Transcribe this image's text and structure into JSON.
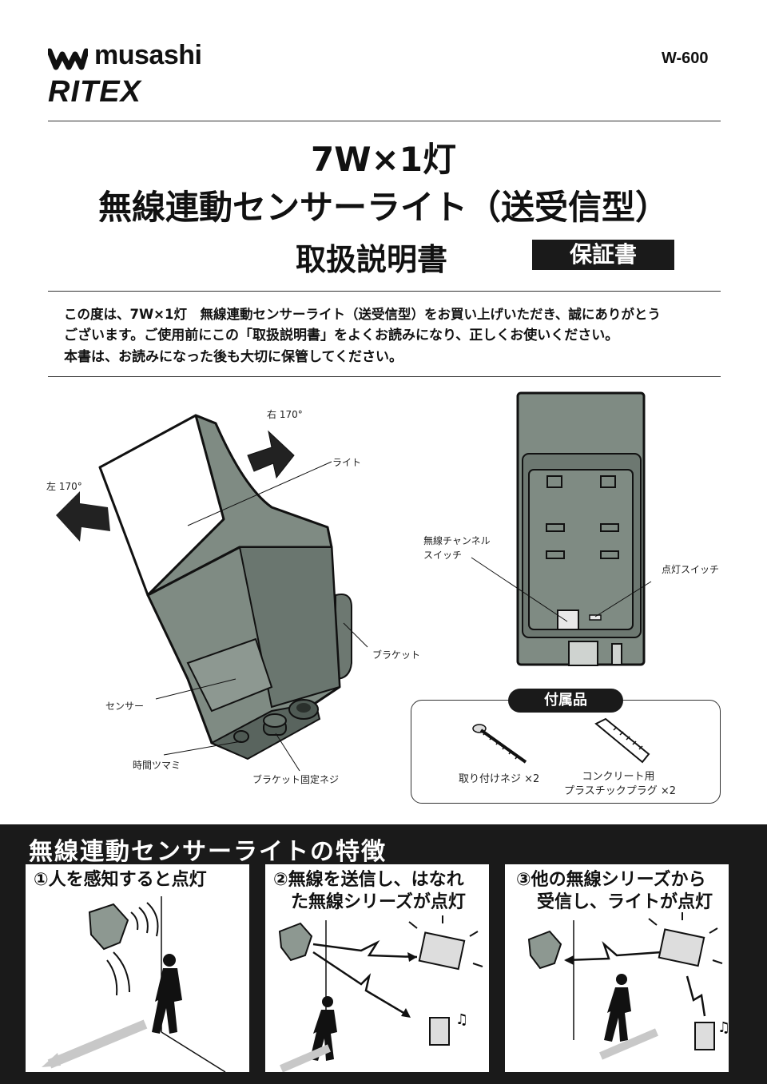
{
  "header": {
    "brand_name": "musashi",
    "brand_sub": "RITEX",
    "model": "W-600"
  },
  "title": {
    "line1": "7W×1灯",
    "line2": "無線連動センサーライト（送受信型）",
    "line3": "取扱説明書",
    "warranty_label": "保証書"
  },
  "intro": {
    "line1": "この度は、7W×1灯　無線連動センサーライト（送受信型）をお買い上げいただき、誠にありがとう",
    "line2": "ございます。ご使用前にこの「取扱説明書」をよくお読みになり、正しくお使いください。",
    "line3": "本書は、お読みになった後も大切に保管してください。"
  },
  "diagram_left": {
    "right_rotation": "右 170°",
    "left_rotation": "左 170°",
    "light": "ライト",
    "bracket": "ブラケット",
    "sensor": "センサー",
    "timer_knob": "時間ツマミ",
    "bracket_screw": "ブラケット固定ネジ"
  },
  "diagram_right": {
    "channel_switch_line1": "無線チャンネル",
    "channel_switch_line2": "スイッチ",
    "light_switch": "点灯スイッチ"
  },
  "accessories": {
    "title": "付属品",
    "item1": "取り付けネジ ×2",
    "item2_line1": "コンクリート用",
    "item2_line2": "プラスチックプラグ ×2"
  },
  "features": {
    "title": "無線連動センサーライトの特徴",
    "panels": [
      {
        "line1": "①人を感知すると点灯",
        "line2": ""
      },
      {
        "line1": "②無線を送信し、はなれ",
        "line2": "た無線シリーズが点灯"
      },
      {
        "line1": "③他の無線シリーズから",
        "line2": "受信し、ライトが点灯"
      }
    ]
  },
  "colors": {
    "device_green": "#7f8b83",
    "device_dark": "#4f5a54",
    "black": "#1a1a1a"
  }
}
